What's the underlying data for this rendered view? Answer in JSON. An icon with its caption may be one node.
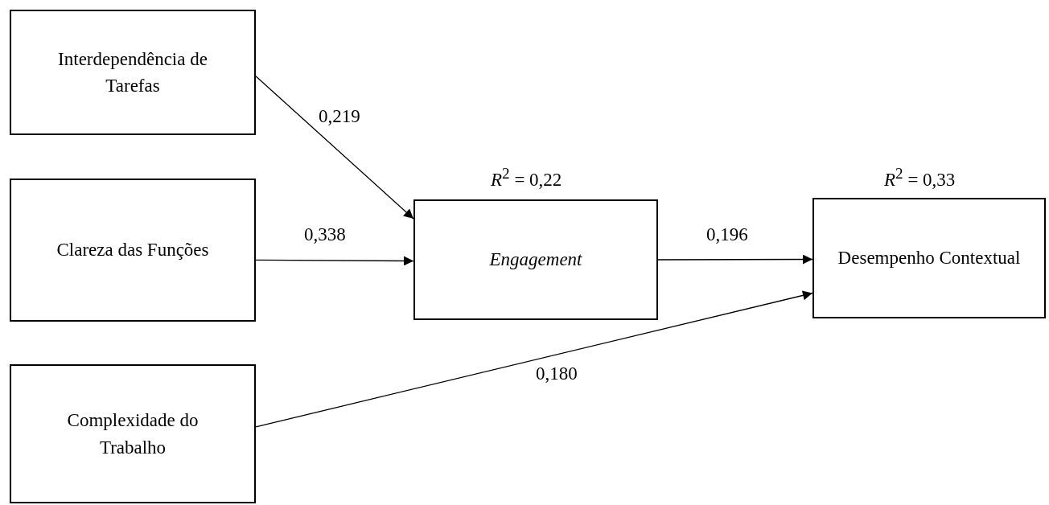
{
  "diagram": {
    "nodes": [
      {
        "text": [
          "Interdependência de Tarefas"
        ]
      },
      {
        "text": [
          "Clareza das Funções"
        ]
      },
      {
        "text": [
          "Engagement"
        ],
        "beside": [
          "*R*$^{2}$ = 0,22"
        ]
      },
      {
        "text": [
          "Desempenho Contextual"
        ],
        "beside": [
          "*R*$^{2}$ = 0,33"
        ]
      },
      {
        "text": [
          "Complexidade do Trabalho"
        ]
      }
    ],
    "edges": [
      {
        "from": 0,
        "to": 2,
        "arrow": "to",
        "label": "0,219"
      },
      {
        "from": 1,
        "to": 2,
        "arrow": "to",
        "label": "0,338"
      },
      {
        "from": 2,
        "to": 3,
        "arrow": "to",
        "label": "0,196"
      },
      {
        "from": 4,
        "to": 3,
        "arrow": "to",
        "label": "0,180"
      }
    ]
  }
}
